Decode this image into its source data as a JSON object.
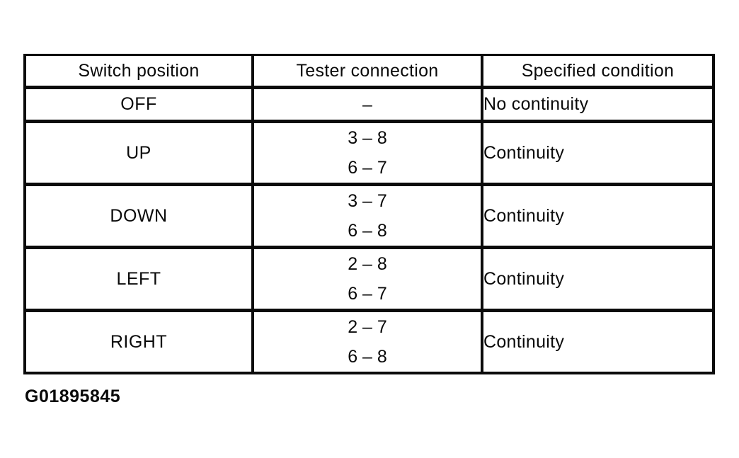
{
  "figure_id": "G01895845",
  "table": {
    "columns": [
      {
        "key": "switch_position",
        "label": "Switch position"
      },
      {
        "key": "tester_connection",
        "label": "Tester connection"
      },
      {
        "key": "specified_condition",
        "label": "Specified condition"
      }
    ],
    "rows": [
      {
        "switch_position": "OFF",
        "tester_connection": [
          "–"
        ],
        "specified_condition": "No continuity"
      },
      {
        "switch_position": "UP",
        "tester_connection": [
          "3 – 8",
          "6 – 7"
        ],
        "specified_condition": "Continuity"
      },
      {
        "switch_position": "DOWN",
        "tester_connection": [
          "3 – 7",
          "6 – 8"
        ],
        "specified_condition": "Continuity"
      },
      {
        "switch_position": "LEFT",
        "tester_connection": [
          "2 – 8",
          "6 – 7"
        ],
        "specified_condition": "Continuity"
      },
      {
        "switch_position": "RIGHT",
        "tester_connection": [
          "2 – 7",
          "6 – 8"
        ],
        "specified_condition": "Continuity"
      }
    ]
  }
}
